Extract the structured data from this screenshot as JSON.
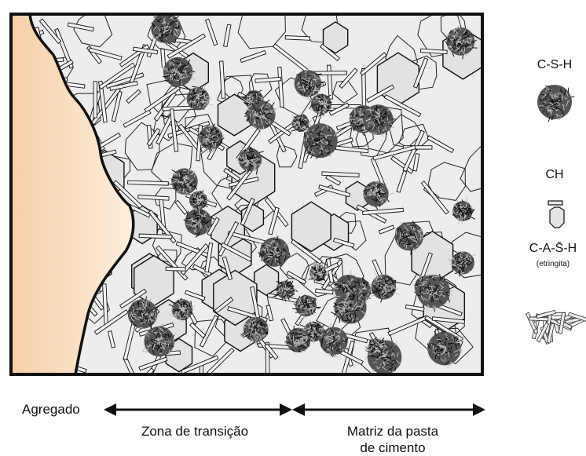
{
  "labels": {
    "aggregate": "Agregado",
    "transition_zone": "Zona de transição",
    "matrix_line1": "Matriz da pasta",
    "matrix_line2": "de cimento"
  },
  "legend": {
    "csh": "C-S-H",
    "ch": "CH",
    "cash": "C-A-S̄-H",
    "cash_note": "(etringita)"
  },
  "colors": {
    "aggregate_fill": "#f9d9b8",
    "aggregate_edge": "#fdeedd",
    "paste_fill": "#ededed",
    "crystal_fill": "#e4e4e4",
    "outline": "#111111"
  }
}
